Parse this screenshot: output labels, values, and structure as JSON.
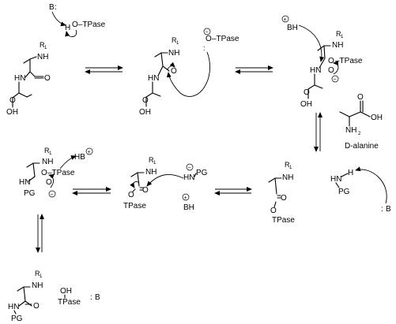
{
  "labels": {
    "B": "B",
    "B_colon": "B",
    "lone_pair": ":",
    "O": "O",
    "OH": "OH",
    "H": "H",
    "HN": "HN",
    "NH": "NH",
    "R": "R",
    "sub1": "1",
    "TPase": "TPase",
    "O_TPase": "O–TPase",
    "dash_TPase": "–TPase",
    "BH": "BH",
    "HB": "HB",
    "NH2": "NH",
    "sub2": "2",
    "PG": "PG",
    "plus": "+",
    "minus": "−",
    "d_alanine": "D-alanine"
  }
}
